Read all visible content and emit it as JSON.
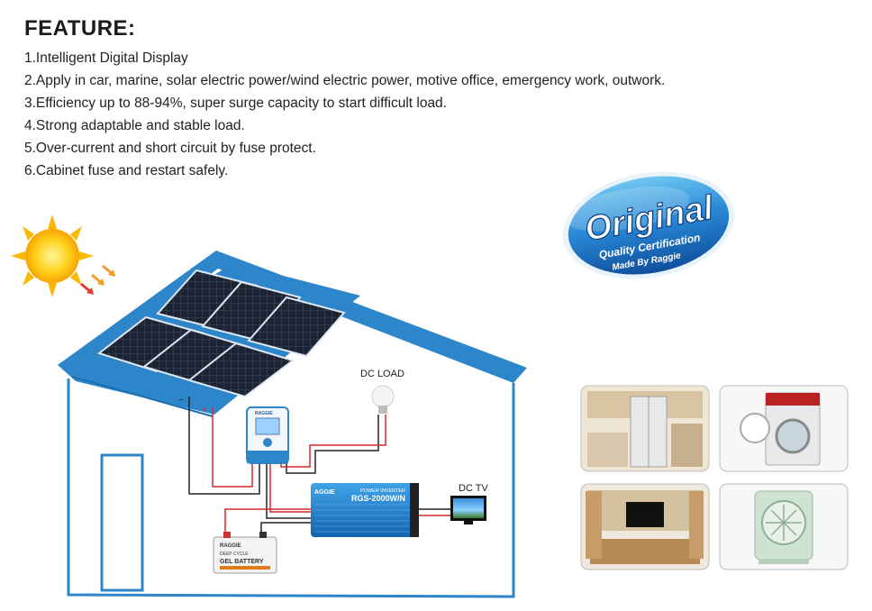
{
  "heading": "FEATURE:",
  "features": [
    "1.Intelligent Digital Display",
    "2.Apply in car, marine, solar electric power/wind electric power, motive office, emergency work, outwork.",
    "3.Efficiency up to 88-94%, super surge capacity to start difficult load.",
    "4.Strong adaptable and stable load.",
    "5.Over-current and short circuit by fuse protect.",
    "6.Cabinet fuse and restart safely."
  ],
  "badge": {
    "main": "Original",
    "line1": "Quality Certification",
    "line2": "Made By Raggie"
  },
  "labels": {
    "dc_load": "DC LOAD",
    "dc_tv": "DC TV"
  },
  "controller": {
    "brand": "RAGGIE"
  },
  "inverter": {
    "brand": "AGGIE",
    "header": "POWER INVERTER",
    "model": "RGS-2000W/N"
  },
  "battery": {
    "brand": "RAGGIE",
    "line1": "DEEP CYCLE",
    "line2": "GEL BATTERY"
  },
  "appliances": [
    {
      "name": "kitchen-refrigerator"
    },
    {
      "name": "washing-machine"
    },
    {
      "name": "living-room-tv"
    },
    {
      "name": "box-fan"
    }
  ],
  "colors": {
    "roof": "#2c86c9",
    "panel": "#1e2a3a",
    "house_outline": "#2c86c9",
    "badge_blue": "#1f6fc0"
  }
}
